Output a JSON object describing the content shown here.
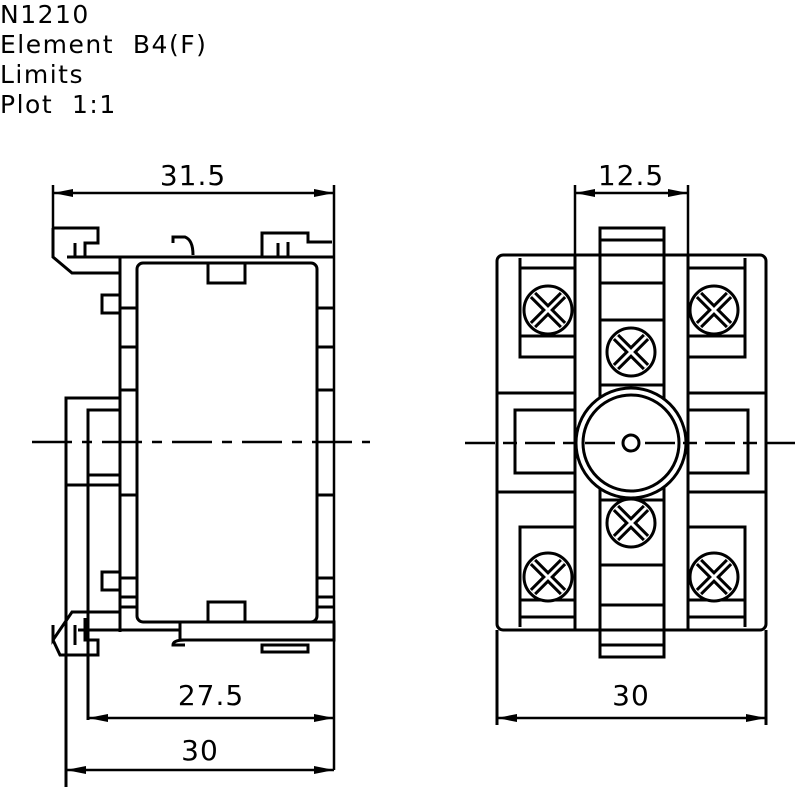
{
  "header": {
    "part_number": "N1210",
    "element": "Element  B4(F)",
    "limits": "Limits",
    "plot": "Plot  1:1"
  },
  "side_view": {
    "dim_top": "31.5",
    "dim_inner": "27.5",
    "dim_bottom": "30"
  },
  "front_view": {
    "dim_top": "12.5",
    "dim_bottom": "30"
  }
}
